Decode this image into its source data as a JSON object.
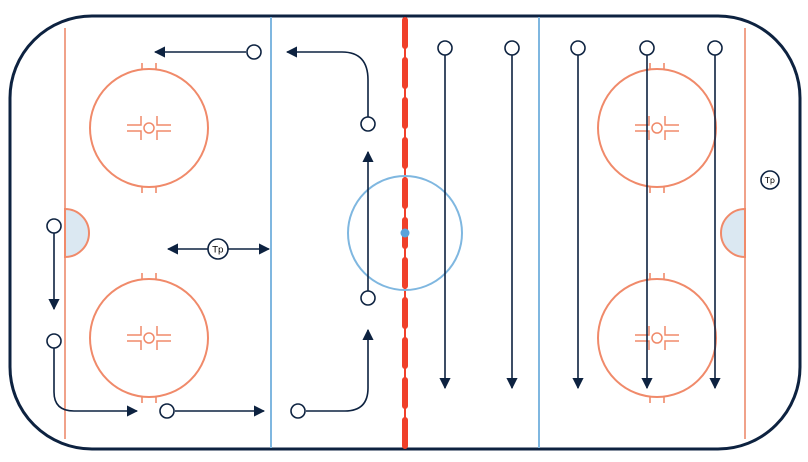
{
  "colors": {
    "boards": "#0d2240",
    "goal_line": "#f0a28a",
    "blue_line": "#7fb7e0",
    "center_line": "#f0402a",
    "faceoff": "#f08a6a",
    "center_circle": "#7fb7e0",
    "center_dot": "#5aa3dc",
    "crease_fill": "#dbe8f2",
    "arrow": "#0d2240",
    "marker": "#0d2240"
  },
  "labels": {
    "coach_left": "Tp",
    "coach_right": "Tp"
  },
  "icons": {
    "player": "open-circle",
    "coach": "circle-with-text"
  }
}
